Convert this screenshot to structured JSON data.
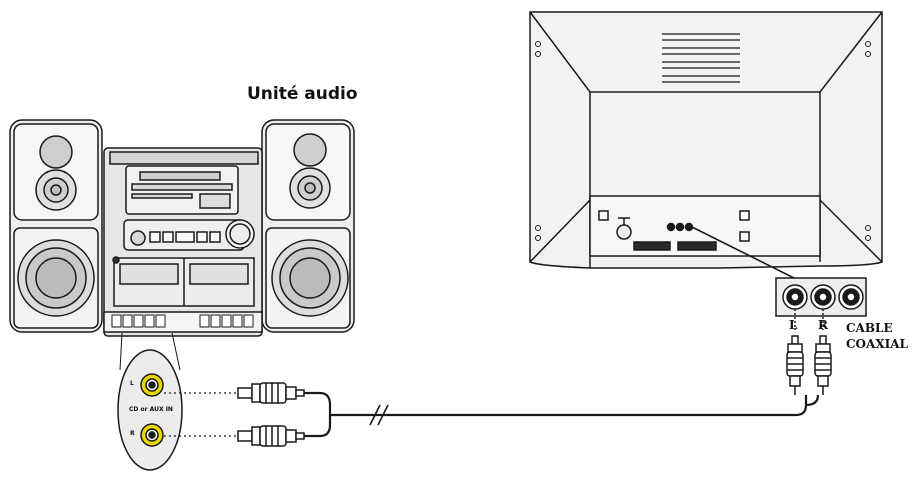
{
  "audio_unit": {
    "title": "Unité audio"
  },
  "jack_panel": {
    "left": "L",
    "right": "R",
    "input_label": "CD or AUX IN"
  },
  "tv_jacks": {
    "left": "L",
    "right": "R"
  },
  "cable": {
    "line1": "CABLE",
    "line2": "COAXIAL"
  },
  "colors": {
    "line": "#1a1a1a",
    "panel": "#ececec",
    "jack_yellow": "#e8d800",
    "speaker_cone": "#c9c9c9"
  }
}
